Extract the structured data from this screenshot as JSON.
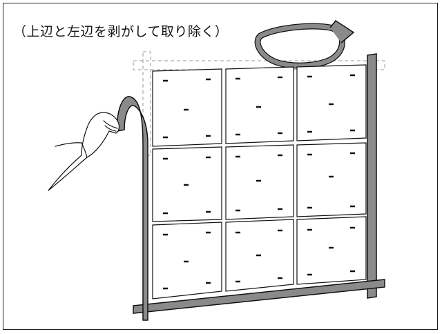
{
  "caption": "（上辺と左辺を剥がして取り除く）",
  "colors": {
    "frame_border": "#222222",
    "tape_fill": "#8a8a8a",
    "line": "#111111",
    "dashed_guide": "#9a9a9a"
  },
  "panels": {
    "rows": 3,
    "cols": 3
  },
  "icons": [
    "hand-icon",
    "peeled-tape-icon",
    "removed-tape-loop-icon"
  ]
}
